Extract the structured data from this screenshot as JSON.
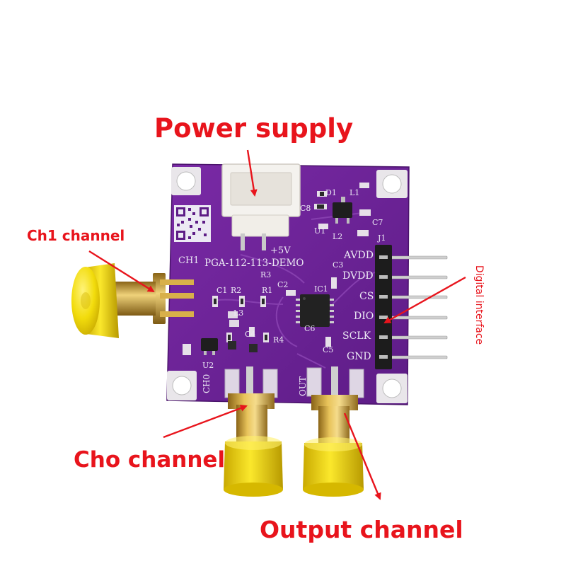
{
  "annotations": {
    "power_supply": "Power supply",
    "ch1_channel": "Ch1 channel",
    "cho_channel": "Cho channel",
    "output_channel": "Output channel",
    "digital_interface": "Digital interface"
  },
  "board": {
    "name": "PGA-112-113-DEMO",
    "silkscreen": {
      "ch1": "CH1",
      "ch0": "CH0",
      "out": "OUT",
      "plus5v": "+5V",
      "pins": [
        "AVDD",
        "DVDD",
        "CS",
        "DIO",
        "SCLK",
        "GND"
      ],
      "designators": [
        "D1",
        "L1",
        "C8",
        "U1",
        "C7",
        "L2",
        "J1",
        "R3",
        "C1",
        "R2",
        "R1",
        "C2",
        "IC1",
        "C3",
        "L3",
        "C4",
        "R4",
        "C5",
        "U2",
        "C6"
      ]
    }
  },
  "colors": {
    "annotation_red": "#e8141c",
    "pcb_purple": "#6a2294",
    "connector_yellow": "#f2dc0c",
    "gold": "#d6a93c",
    "header_black": "#1c1c1c",
    "pin_silver": "#c9c9c9",
    "silkscreen_white": "#ece9f4"
  }
}
